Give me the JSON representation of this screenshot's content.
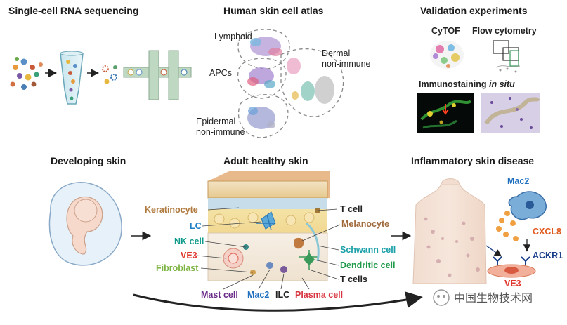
{
  "headers": {
    "scrna": "Single-cell RNA sequencing",
    "atlas": "Human skin cell atlas",
    "validation": "Validation experiments",
    "developing": "Developing skin",
    "adult": "Adult healthy skin",
    "inflammatory": "Inflammatory skin disease"
  },
  "atlas_clusters": {
    "lymphoid": "Lymphoid",
    "apcs": "APCs",
    "dermal_1": "Dermal",
    "dermal_2": "non-immune",
    "epidermal_1": "Epidermal",
    "epidermal_2": "non-immune"
  },
  "validation": {
    "cytof": "CyTOF",
    "flow": "Flow cytometry",
    "immuno_prefix": "Immunostaining ",
    "immuno_italic": "in situ"
  },
  "skin_labels": {
    "keratinocyte": "Keratinocyte",
    "lc": "LC",
    "nk": "NK cell",
    "ve3": "VE3",
    "fibroblast": "Fibroblast",
    "t_cell": "T cell",
    "melanocyte": "Melanocyte",
    "schwann": "Schwann cell",
    "dendritic": "Dendritic cell",
    "t_cells": "T cells",
    "mast": "Mast cell",
    "mac2": "Mac2",
    "ilc": "ILC",
    "plasma": "Plasma cell"
  },
  "disease_labels": {
    "mac2": "Mac2",
    "cxcl8": "CXCL8",
    "ackr1": "ACKR1",
    "ve3": "VE3"
  },
  "watermark": "中国生物技术网",
  "colors": {
    "keratinocyte": "#b07a3e",
    "lc": "#1f7fc7",
    "nk": "#0e9a8a",
    "ve3": "#e0352b",
    "fibroblast": "#7cb342",
    "melanocyte": "#a0693a",
    "schwann": "#1aa0a8",
    "dendritic": "#1e9a4a",
    "mast": "#6a2c8a",
    "mac2": "#1f6fbf",
    "plasma": "#d8323f",
    "cxcl8": "#e05a1e",
    "ackr1": "#1a3f8a"
  }
}
